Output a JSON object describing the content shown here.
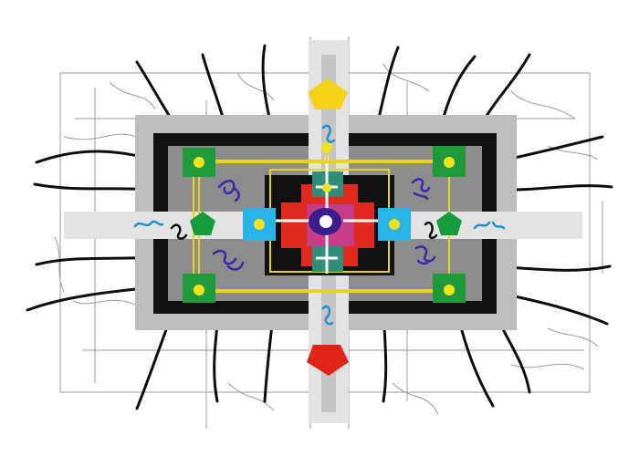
{
  "palette": {
    "background": "#ffffff",
    "outer_grey": "#bdbdbd",
    "mid_grey": "#8c8c8c",
    "frame_black": "#111111",
    "corridor_light": "#e2e2e2",
    "line_yellow": "#e8d21a",
    "node_yellow": "#f2e21e",
    "corner_green": "#1f9a3a",
    "side_green": "#159a3e",
    "center_red": "#e0291f",
    "center_magenta": "#c0409a",
    "inner_teal": "#2f8f7a",
    "side_blue": "#29b3e6",
    "hub_navy": "#3b1e8c",
    "north_pentagon": "#f5d31a",
    "south_pentagon": "#e02418",
    "glyph_blue": "#3a2aa8",
    "glyph_cyan": "#1e8fd6",
    "root_black": "#0d0d0d",
    "sketch_grey": "#9a9a9a"
  },
  "icons": {
    "north": "pentagon-yellow",
    "south": "pentagon-red",
    "west": "pentagon-green",
    "east": "pentagon-green",
    "hub": "ellipse-navy-with-white-dot"
  }
}
